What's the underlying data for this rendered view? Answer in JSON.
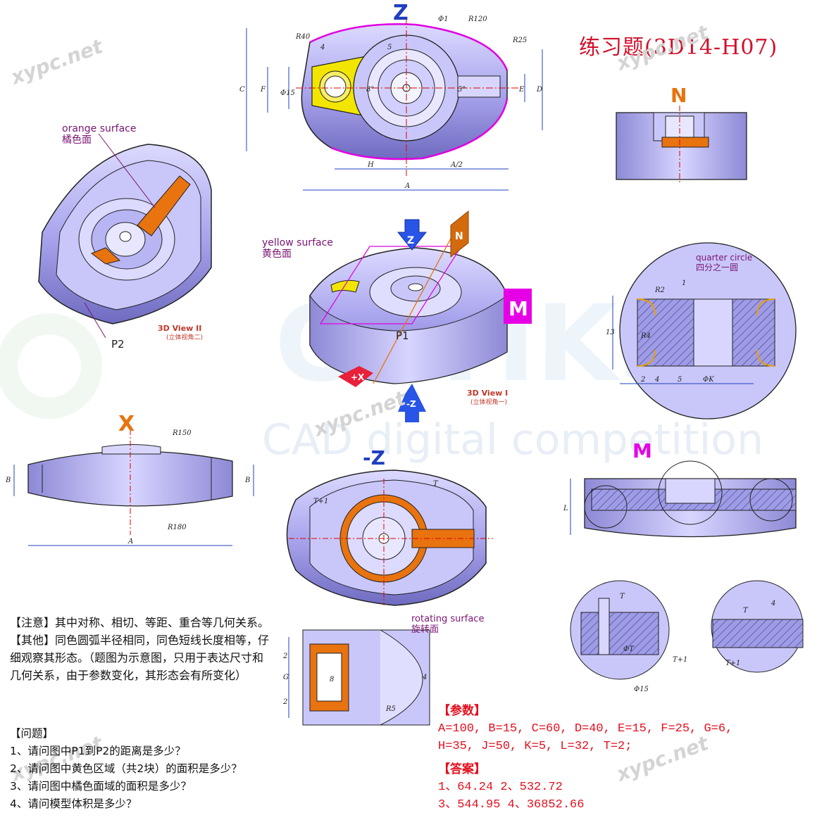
{
  "title": "练习题(3D14-H07)",
  "views": {
    "z": "Z",
    "neg_z": "-Z",
    "x": "X",
    "n": "N",
    "m": "M",
    "view1_title": "3D View I",
    "view1_sub": "(立体视角一)",
    "view2_title": "3D View II",
    "view2_sub": "(立体视角二)"
  },
  "annotations": {
    "orange_en": "orange surface",
    "orange_cn": "橘色面",
    "yellow_en": "yellow surface",
    "yellow_cn": "黄色面",
    "quarter_en": "quarter circle",
    "quarter_cn": "四分之一圆",
    "rotating_en": "rotating surface",
    "rotating_cn": "旋转面",
    "p1": "P1",
    "p2": "P2"
  },
  "axis_labels": {
    "plus_x": "+X",
    "minus_z": "-Z",
    "z": "Z",
    "n": "N",
    "m": "M"
  },
  "dims": {
    "r40": "R40",
    "phi1": "Φ1",
    "r120": "R120",
    "r25": "R25",
    "c": "C",
    "f": "F",
    "phi15": "Φ15",
    "e": "E",
    "d": "D",
    "h": "H",
    "a_half": "A/2",
    "a": "A",
    "five": "5",
    "four": "4",
    "eight_deg": "8°",
    "five_deg": "5°",
    "r150": "R150",
    "r180": "R180",
    "b": "B",
    "t": "T",
    "t_plus_1": "T+1",
    "r2": "R2",
    "one": "1",
    "thirteen": "13",
    "r4": "R4",
    "two": "2",
    "phi_k": "ΦK",
    "l": "L",
    "g": "G",
    "eight": "8",
    "r5": "R5",
    "phi_t": "ΦT",
    "phi15_b": "Φ15"
  },
  "watermarks": {
    "site": "xypc.net",
    "brand": "CAD digital competition",
    "brand_big": "CETIKS"
  },
  "notes": {
    "note1": "【注意】其中对称、相切、等距、重合等几何关系。",
    "note2": "【其他】同色圆弧半径相同，同色短线长度相等，仔细观察其形态。（题图为示意图，只用于表达尺寸和几何关系，由于参数变化，其形态会有所变化）"
  },
  "questions": {
    "header": "【问题】",
    "q1": "1、请问图中P1到P2的距离是多少？",
    "q2": "2、请问图中黄色区域（共2块）的面积是多少？",
    "q3": "3、请问图中橘色面域的面积是多少？",
    "q4": "4、请问模型体积是多少？"
  },
  "params": {
    "header": "【参数】",
    "line1": "A=100, B=15, C=60, D=40, E=15, F=25, G=6,",
    "line2": "H=35, J=50, K=5, L=32, T=2;"
  },
  "answers": {
    "header": "【答案】",
    "line1": "1、64.24   2、532.72",
    "line2": "3、544.95   4、36852.66"
  },
  "colors": {
    "body": "#b3b0f2",
    "body_dark": "#7d79c9",
    "orange": "#e8730f",
    "yellow": "#f2e600",
    "magenta": "#e600e6",
    "blue_label": "#1f3fbf",
    "red_label": "#e8203a",
    "dim_line": "#2040c0",
    "center_line": "#e00000"
  }
}
